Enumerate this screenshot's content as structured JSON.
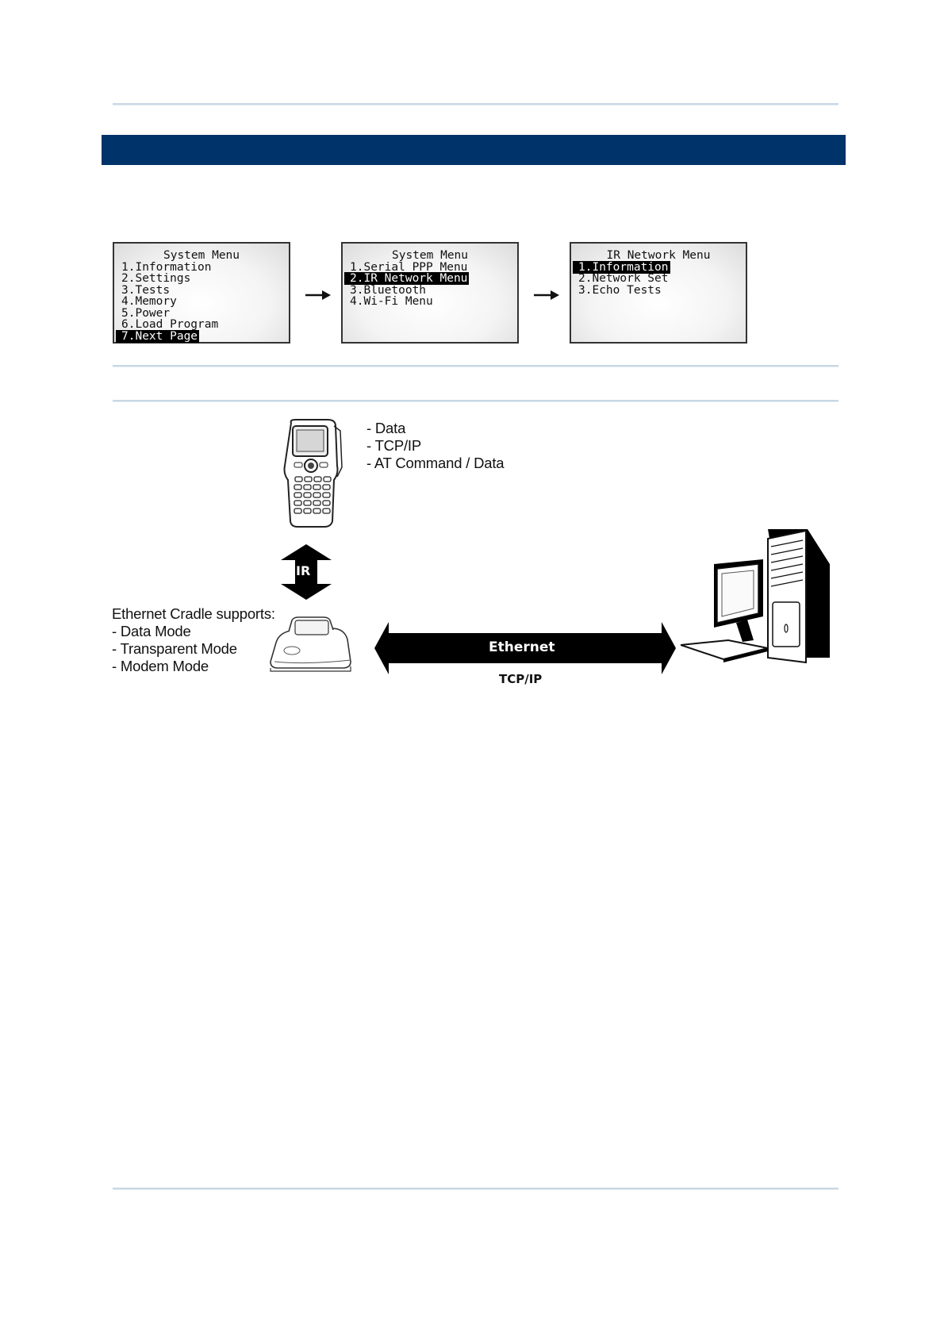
{
  "screens": [
    {
      "title": "System Menu",
      "items": [
        "1.Information",
        "2.Settings",
        "3.Tests",
        "4.Memory",
        "5.Power",
        "6.Load Program",
        "7.Next Page"
      ],
      "highlighted": 6
    },
    {
      "title": "System Menu",
      "items": [
        "1.Serial PPP Menu",
        "2.IR Network Menu",
        "3.Bluetooth",
        "4.Wi-Fi Menu"
      ],
      "highlighted": 1
    },
    {
      "title": "IR Network Menu",
      "items": [
        "1.Information",
        "2.Network Set",
        "3.Echo Tests"
      ],
      "highlighted": 0
    }
  ],
  "diagram": {
    "terminal_notes": [
      "- Data",
      "- TCP/IP",
      "- AT Command / Data"
    ],
    "ir_label": "IR",
    "cradle_notes": [
      "Ethernet Cradle supports:",
      "- Data Mode",
      "- Transparent Mode",
      "- Modem Mode"
    ],
    "ethernet_label": "Ethernet",
    "protocol_label": "TCP/IP"
  },
  "colors": {
    "header_band": "#00336a",
    "rule": "#c8d7e4"
  }
}
